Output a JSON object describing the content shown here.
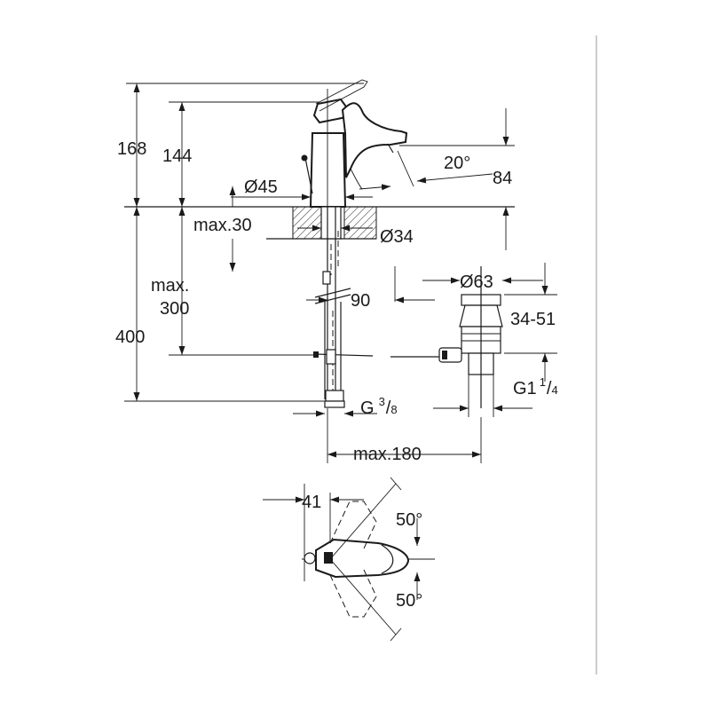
{
  "diagram": {
    "labels": {
      "h_total": "168",
      "h_spout": "144",
      "spout_angle": "20°",
      "spout_reach": "84",
      "base_diameter": "Ø45",
      "deck_thickness": "max.30",
      "hole_diameter": "Ø34",
      "below_deck_line1": "max.",
      "below_deck_line2": "300",
      "below_total": "400",
      "drain_offset": "90",
      "drain_diameter": "Ø63",
      "drain_range": "34-51",
      "drain_thread": "G1",
      "drain_thread_num": "1",
      "drain_thread_den": "4",
      "supply_thread": "G",
      "supply_thread_num": "3",
      "supply_thread_den": "8",
      "max_width": "max.180",
      "plan_depth": "41",
      "plan_angle_top": "50°",
      "plan_angle_bottom": "50°"
    },
    "colors": {
      "line": "#1a1a1a",
      "background": "#ffffff",
      "border": "#9a9a9a"
    }
  }
}
